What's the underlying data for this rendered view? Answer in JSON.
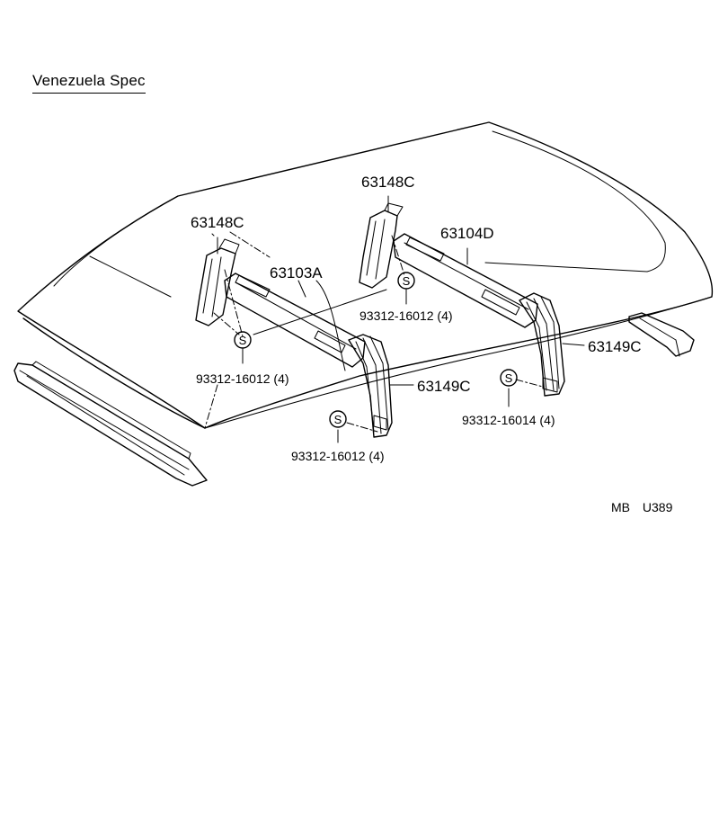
{
  "heading": "Venezuela Spec",
  "parts": {
    "bracket_left": "63148C",
    "bracket_center": "63148C",
    "rail_front": "63103A",
    "rail_rear": "63104D",
    "support_front": "63149C",
    "support_rear": "63149C",
    "screw_left": "93312-16012 (4)",
    "screw_center": "93312-16012 (4)",
    "screw_front": "93312-16012 (4)",
    "screw_rear": "93312-16014 (4)"
  },
  "screw_symbol": "S",
  "diagram_code": "MB  U389",
  "colors": {
    "line": "#000000",
    "background": "#ffffff"
  }
}
